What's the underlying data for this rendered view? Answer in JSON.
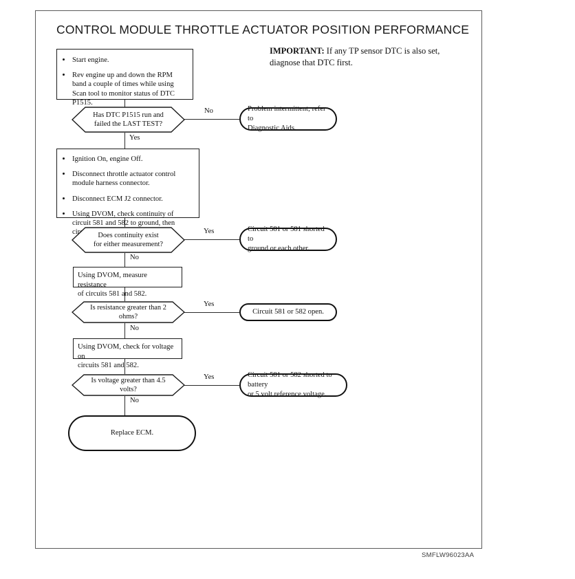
{
  "document": {
    "title": "CONTROL MODULE THROTTLE ACTUATOR POSITION PERFORMANCE",
    "footer_code": "SMFLW96023AA",
    "important_label": "IMPORTANT:",
    "important_text": " If any TP sensor DTC is also set, diagnose that DTC first."
  },
  "colors": {
    "ink": "#111111",
    "frame": "#5a5a5a",
    "line": "#2a2a2a",
    "paper": "#ffffff"
  },
  "flow": {
    "step1": {
      "type": "process",
      "bullets": [
        "Start engine.",
        "Rev engine up and down the RPM band a couple of times while using Scan tool to monitor status of DTC P1515."
      ]
    },
    "decision1": {
      "type": "decision",
      "text_line1": "Has DTC P1515 run and",
      "text_line2": "failed the LAST TEST?",
      "branch_no": "No",
      "branch_yes": "Yes"
    },
    "result1": {
      "type": "terminal",
      "line1": "Problem intermittent; refer to",
      "line2": "Diagnostic Aids."
    },
    "step2": {
      "type": "process",
      "bullets": [
        "Ignition On, engine Off.",
        "Disconnect throttle actuator control module harness connector.",
        "Disconnect ECM J2 connector.",
        "Using DVOM, check continuity of circuit 581 and 582 to ground, then circuit 581 to 582."
      ]
    },
    "decision2": {
      "type": "decision",
      "text_line1": "Does continuity exist",
      "text_line2": "for either measurement?",
      "branch_yes": "Yes",
      "branch_no": "No"
    },
    "result2": {
      "type": "terminal",
      "line1": "Circuit 581 or 581 shorted to",
      "line2": "ground or each other."
    },
    "step3": {
      "type": "process",
      "line1": "Using DVOM, measure resistance",
      "line2": "of circuits 581 and 582."
    },
    "decision3": {
      "type": "decision",
      "text_line1": "Is resistance greater than 2 ohms?",
      "text_line2": "",
      "branch_yes": "Yes",
      "branch_no": "No"
    },
    "result3": {
      "type": "terminal",
      "line1": "Circuit 581 or 582 open.",
      "line2": ""
    },
    "step4": {
      "type": "process",
      "line1": "Using DVOM, check for voltage on",
      "line2": "circuits 581 and 582."
    },
    "decision4": {
      "type": "decision",
      "text_line1": "Is voltage greater than 4.5 volts?",
      "text_line2": "",
      "branch_yes": "Yes",
      "branch_no": "No"
    },
    "result4": {
      "type": "terminal",
      "line1": "Circuit 581 or 582 shorted to battery",
      "line2": "or 5 volt reference voltage."
    },
    "final": {
      "type": "terminal",
      "label": "Replace ECM."
    }
  }
}
